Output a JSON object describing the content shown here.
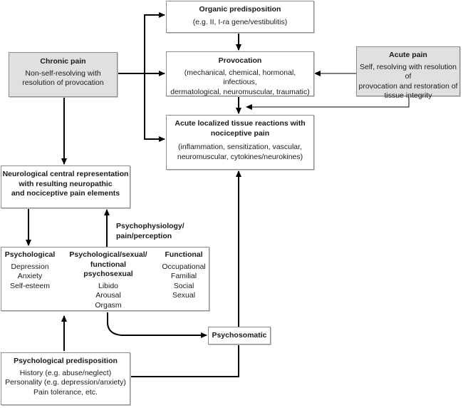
{
  "organic": {
    "title": "Organic predisposition",
    "text": "(e.g. II, I-ra gene/vestibulitis)"
  },
  "provocation": {
    "title": "Provocation",
    "text": "(mechanical, chemical, hormonal, infectious,\ndermatological, neuromuscular, traumatic)"
  },
  "chronic": {
    "title": "Chronic pain",
    "text": "Non-self-resolving with\nresolution of provocation"
  },
  "acute_pain": {
    "title": "Acute pain",
    "text": "Self, resolving with resolution of\nprovocation and restoration of\ntissue integrity"
  },
  "acute_reactions": {
    "title": "Acute localized tissue reactions with\nnociceptive pain",
    "text": "(inflammation, sensitization, vascular,\nneuromuscular, cytokines/neurokines)"
  },
  "neuro": {
    "title": "Neurological central representation\nwith resulting neuropathic\nand nociceptive pain elements"
  },
  "psychophys_label": "Psychophysiology/\npain/perception",
  "psych_block": {
    "psychological": {
      "title": "Psychological",
      "items": "Depression\nAnxiety\nSelf-esteem"
    },
    "sexual": {
      "title": "Psychological/sexual/\nfunctional psychosexual",
      "items": "Libido\nArousal\nOrgasm"
    },
    "functional": {
      "title": "Functional",
      "items": "Occupational\nFamilial\nSocial\nSexual"
    }
  },
  "psychosomatic": {
    "title": "Psychosomatic"
  },
  "psych_predisposition": {
    "title": "Psychological predisposition",
    "text": "History (e.g. abuse/neglect)\nPersonality (e.g. depression/anxiety)\nPain tolerance, etc."
  },
  "colors": {
    "box_border": "#8c8c8c",
    "gray_fill": "#e0e0e0",
    "arrow": "#000000"
  }
}
